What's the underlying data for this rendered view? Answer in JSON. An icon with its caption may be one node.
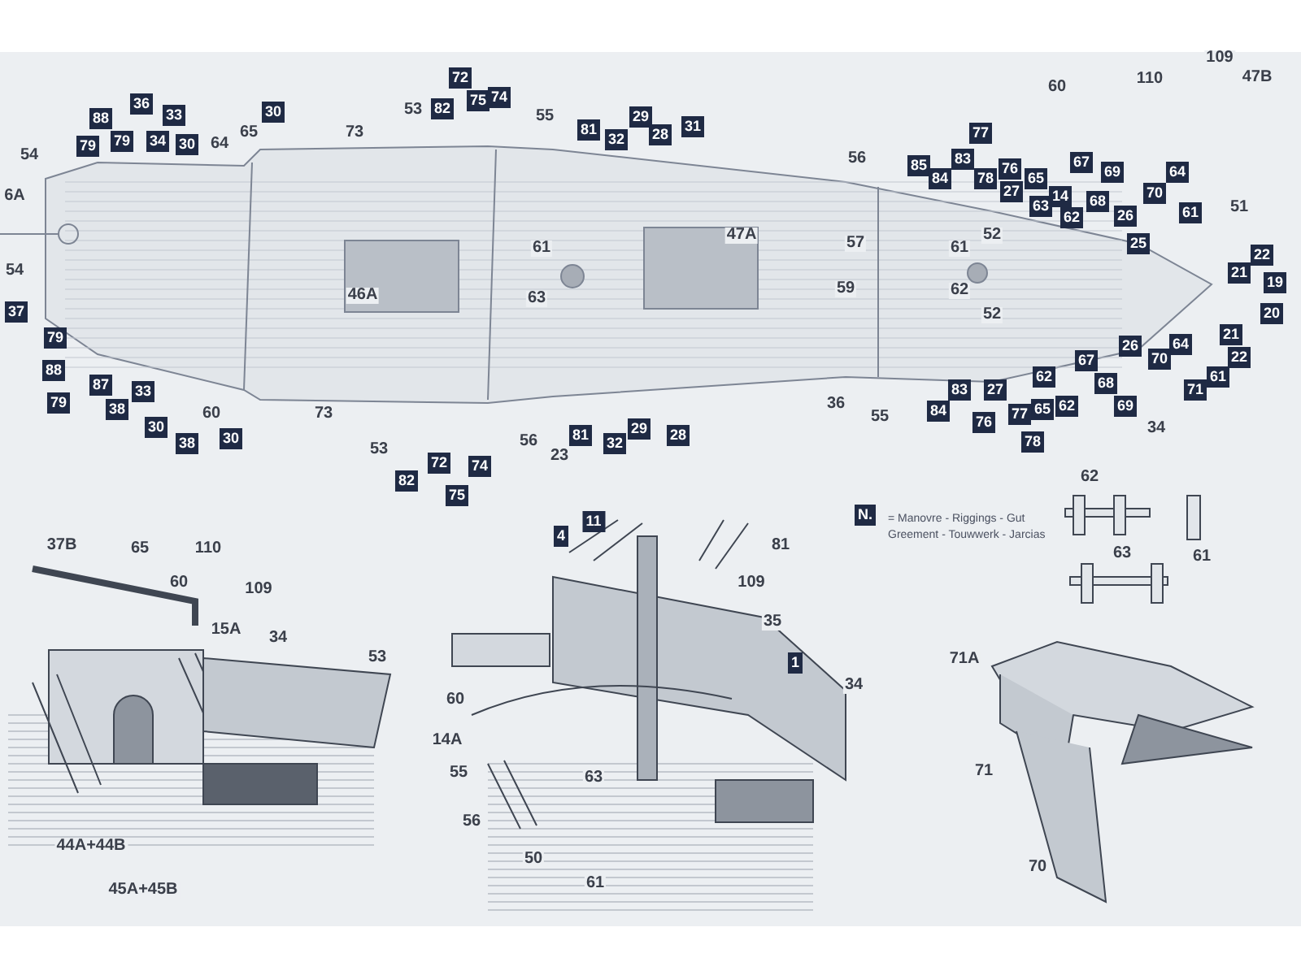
{
  "diagram": {
    "labels": [
      "109",
      "110",
      "47B",
      "60",
      "88",
      "36",
      "33",
      "79",
      "79",
      "34",
      "30",
      "54",
      "64",
      "65",
      "30",
      "53",
      "82",
      "72",
      "75",
      "74",
      "73",
      "55",
      "81",
      "32",
      "29",
      "28",
      "31",
      "56",
      "85",
      "77",
      "83",
      "84",
      "78",
      "76",
      "27",
      "65",
      "67",
      "69",
      "64",
      "63",
      "14",
      "68",
      "70",
      "62",
      "26",
      "61",
      "51",
      "25",
      "6A",
      "47A",
      "61",
      "57",
      "61",
      "52",
      "22",
      "21",
      "19",
      "54",
      "37",
      "46A",
      "63",
      "59",
      "62",
      "52",
      "20",
      "21",
      "22",
      "79",
      "61",
      "71",
      "64",
      "70",
      "26",
      "88",
      "87",
      "33",
      "67",
      "62",
      "79",
      "38",
      "68",
      "65",
      "62",
      "69",
      "30",
      "60",
      "38",
      "30",
      "73",
      "36",
      "84",
      "83",
      "27",
      "55",
      "34",
      "53",
      "56",
      "23",
      "81",
      "32",
      "29",
      "28",
      "76",
      "77",
      "78",
      "82",
      "72",
      "74",
      "75",
      "N.",
      "= Manovre - Riggings - Gut Greement - Touwwerk - Jarcias",
      "62",
      "11",
      "4",
      "37B",
      "65",
      "110",
      "81",
      "63",
      "61",
      "60",
      "109",
      "109",
      "15A",
      "34",
      "35",
      "53",
      "1",
      "71A",
      "34",
      "60",
      "14A",
      "55",
      "63",
      "71",
      "56",
      "44A+44B",
      "50",
      "70",
      "61",
      "45A+45B"
    ]
  }
}
